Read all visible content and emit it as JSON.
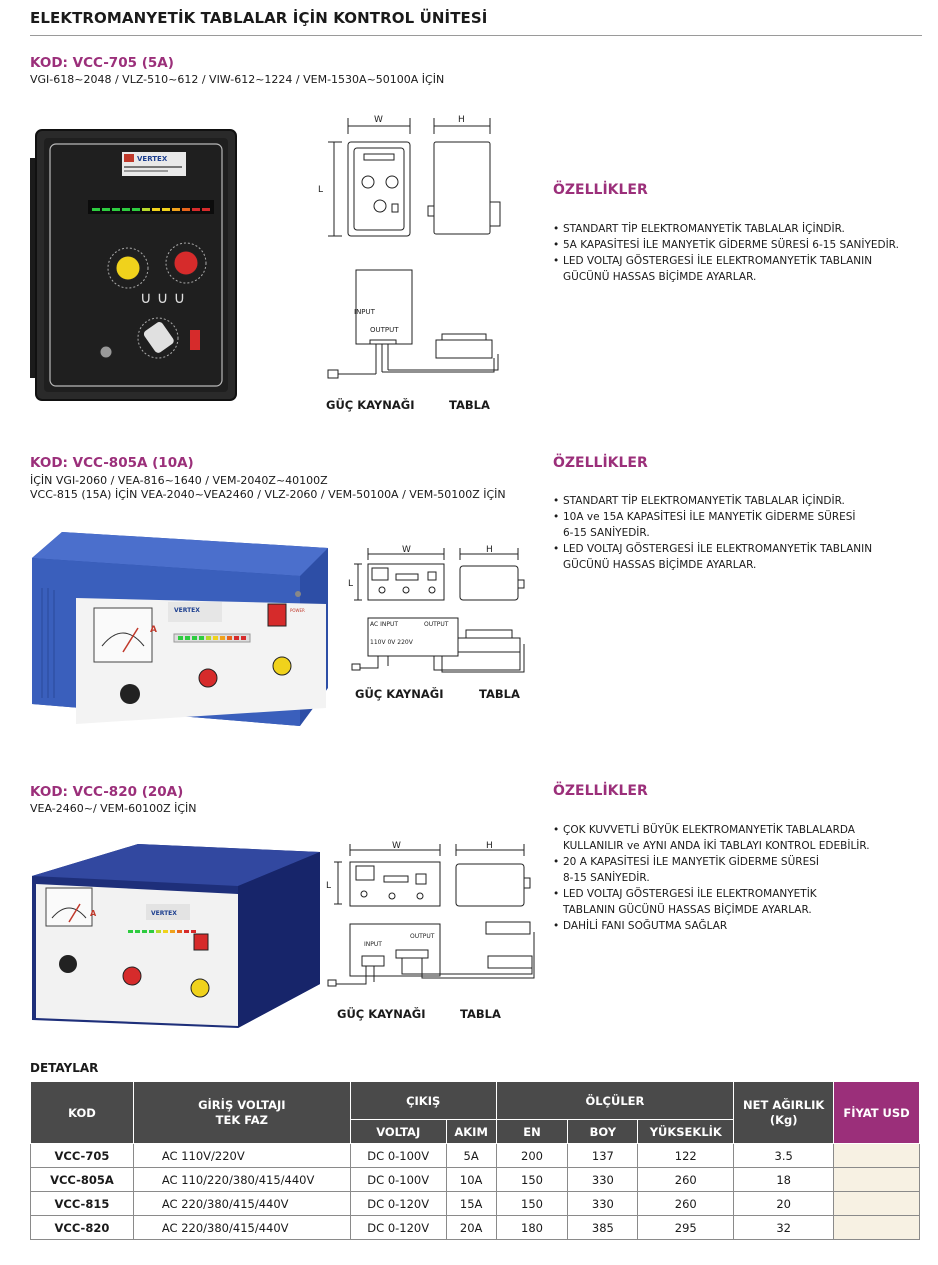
{
  "page": {
    "title": "ELEKTROMANYETİK TABLALAR İÇİN KONTROL ÜNİTESİ"
  },
  "products": [
    {
      "kod": "KOD: VCC-705 (5A)",
      "compat": [
        "VGI-618~2048 / VLZ-510~612 / VIW-612~1224 / VEM-1530A~50100A İÇİN"
      ],
      "features_title": "ÖZELLİKLER",
      "features": [
        "STANDART TİP ELEKTROMANYETİK TABLALAR İÇİNDİR.",
        "5A KAPASİTESİ İLE MANYETİK GİDERME SÜRESİ 6-15 SANİYEDİR.",
        "LED VOLTAJ GÖSTERGESİ İLE ELEKTROMANYETİK TABLANIN\nGÜCÜNÜ HASSAS BİÇİMDE AYARLAR."
      ]
    },
    {
      "kod": "KOD: VCC-805A (10A)",
      "compat": [
        "İÇİN VGI-2060 / VEA-816~1640 / VEM-2040Z~40100Z",
        "VCC-815 (15A) İÇİN VEA-2040~VEA2460 / VLZ-2060 / VEM-50100A / VEM-50100Z İÇİN"
      ],
      "features_title": "ÖZELLİKLER",
      "features": [
        "STANDART TİP ELEKTROMANYETİK TABLALAR İÇİNDİR.",
        "10A ve 15A KAPASİTESİ İLE MANYETİK GİDERME SÜRESİ\n6-15 SANİYEDİR.",
        "LED VOLTAJ GÖSTERGESİ İLE ELEKTROMANYETİK TABLANIN\nGÜCÜNÜ HASSAS BİÇİMDE AYARLAR."
      ]
    },
    {
      "kod": "KOD: VCC-820 (20A)",
      "compat": [
        "VEA-2460~/ VEM-60100Z İÇİN"
      ],
      "features_title": "ÖZELLİKLER",
      "features": [
        "ÇOK KUVVETLİ BÜYÜK ELEKTROMANYETİK TABLALARDA\nKULLANILIR ve AYNI ANDA İKİ TABLAYI KONTROL EDEBİLİR.",
        "20 A KAPASİTESİ İLE MANYETİK GİDERME SÜRESİ\n8-15 SANİYEDİR.",
        "LED VOLTAJ GÖSTERGESİ İLE ELEKTROMANYETİK\nTABLANIN GÜCÜNÜ HASSAS BİÇİMDE AYARLAR.",
        "DAHİLİ FANI SOĞUTMA SAĞLAR"
      ]
    }
  ],
  "diagram": {
    "w": "W",
    "h": "H",
    "l": "L",
    "input": "INPUT",
    "output": "OUTPUT",
    "ac_input": "AC INPUT",
    "voltages": "110V 0V 220V",
    "power_caption": "GÜÇ KAYNAĞI",
    "table_caption": "TABLA"
  },
  "device_labels": {
    "brand": "VERTEX",
    "power": "POWER",
    "ammeter_unit": "A"
  },
  "details": {
    "title": "DETAYLAR",
    "headers": {
      "kod": "KOD",
      "input_voltage": "GİRİŞ VOLTAJI\nTEK FAZ",
      "output": "ÇIKIŞ",
      "voltage": "VOLTAJ",
      "current": "AKIM",
      "dimensions": "ÖLÇÜLER",
      "width": "EN",
      "length": "BOY",
      "height": "YÜKSEKLİK",
      "weight": "NET AĞIRLIK\n(Kg)",
      "price": "FİYAT USD"
    },
    "rows": [
      {
        "kod": "VCC-705",
        "input": "AC 110V/220V",
        "voltaj": "DC 0-100V",
        "akim": "5A",
        "en": "200",
        "boy": "137",
        "yukseklik": "122",
        "agirlik": "3.5",
        "fiyat": ""
      },
      {
        "kod": "VCC-805A",
        "input": "AC 110/220/380/415/440V",
        "voltaj": "DC 0-100V",
        "akim": "10A",
        "en": "150",
        "boy": "330",
        "yukseklik": "260",
        "agirlik": "18",
        "fiyat": ""
      },
      {
        "kod": "VCC-815",
        "input": "AC 220/380/415/440V",
        "voltaj": "DC 0-120V",
        "akim": "15A",
        "en": "150",
        "boy": "330",
        "yukseklik": "260",
        "agirlik": "20",
        "fiyat": ""
      },
      {
        "kod": "VCC-820",
        "input": "AC 220/380/415/440V",
        "voltaj": "DC 0-120V",
        "akim": "20A",
        "en": "180",
        "boy": "385",
        "yukseklik": "295",
        "agirlik": "32",
        "fiyat": ""
      }
    ]
  }
}
